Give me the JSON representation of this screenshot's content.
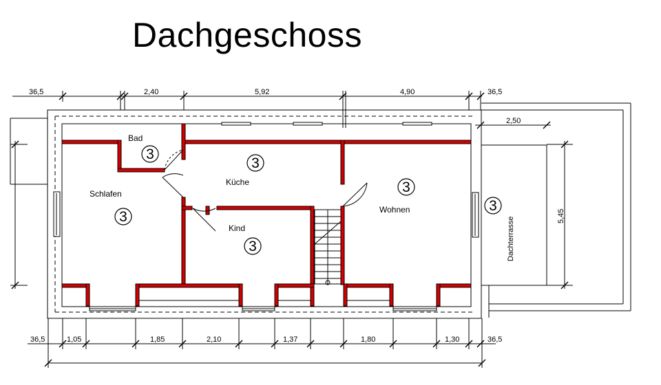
{
  "title": "Dachgeschoss",
  "dims_top": [
    "36,5",
    "2,40",
    "5,92",
    "4,90",
    "36,5"
  ],
  "dim_right": "2,50",
  "dim_terrace": "5,45",
  "dims_bottom": [
    "36,5",
    "1,05",
    "1,85",
    "2,10",
    "1,37",
    "1,80",
    "1,30",
    "36,5"
  ],
  "rooms": {
    "bad": "Bad",
    "kueche": "Küche",
    "schlafen": "Schlafen",
    "wohnen": "Wohnen",
    "kind": "Kind",
    "dachterrasse": "Dachterrasse"
  },
  "badge_label": "3"
}
